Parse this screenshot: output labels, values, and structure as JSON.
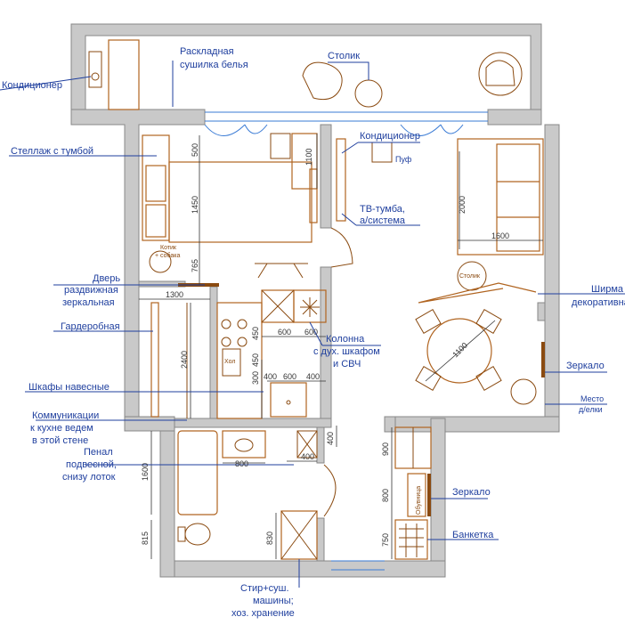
{
  "labels": {
    "ac_left": "Кондиционер",
    "dryer_1": "Раскладная",
    "dryer_2": "сушилка белья",
    "table_balcony": "Столик",
    "shelving": "Стеллаж с тумбой",
    "ac_right": "Кондиционер",
    "pouf": "Пуф",
    "tv_1": "ТВ-тумба,",
    "tv_2": "а/система",
    "door_1": "Дверь",
    "door_2": "раздвижная",
    "door_3": "зеркальная",
    "wardrobe": "Гардеробная",
    "column_1": "Колонна",
    "column_2": "с дух. шкафом",
    "column_3": "и СВЧ",
    "cabinets": "Шкафы навесные",
    "comm_1": "Коммуникации",
    "comm_2": "к кухне ведем",
    "comm_3": "в этой стене",
    "pencil_1": "Пенал",
    "pencil_2": "подвесной,",
    "pencil_3": "снизу лоток",
    "screen_1": "Ширма",
    "screen_2": "декоративная",
    "mirror_living": "Зеркало",
    "tree_1": "Место",
    "tree_2": "д/елки",
    "mirror_hall": "Зеркало",
    "bench": "Банкетка",
    "washer_1": "Стир+суш.",
    "washer_2": "машины;",
    "washer_3": "хоз. хранение",
    "pet_1": "Котик",
    "pet_2": "+ собака",
    "coffee_table": "Столик",
    "fridge": "Хол",
    "shoes": "Обувница"
  },
  "dims": {
    "d500": "500",
    "d1450": "1450",
    "d765": "765",
    "d1100": "1100",
    "d2000": "2000",
    "d1600": "1600",
    "d1300": "1300",
    "d2400": "2400",
    "d600a": "600",
    "d600b": "600",
    "d450a": "450",
    "d450b": "450",
    "d300": "300",
    "d400a": "400",
    "d600c": "600",
    "d400b": "400",
    "d1100_table": "1100",
    "d400c": "400",
    "d400d": "400",
    "d800": "800",
    "d1600_bath": "1600",
    "d815": "815",
    "d830": "830",
    "d900": "900",
    "d800_hall": "800",
    "d750": "750"
  }
}
